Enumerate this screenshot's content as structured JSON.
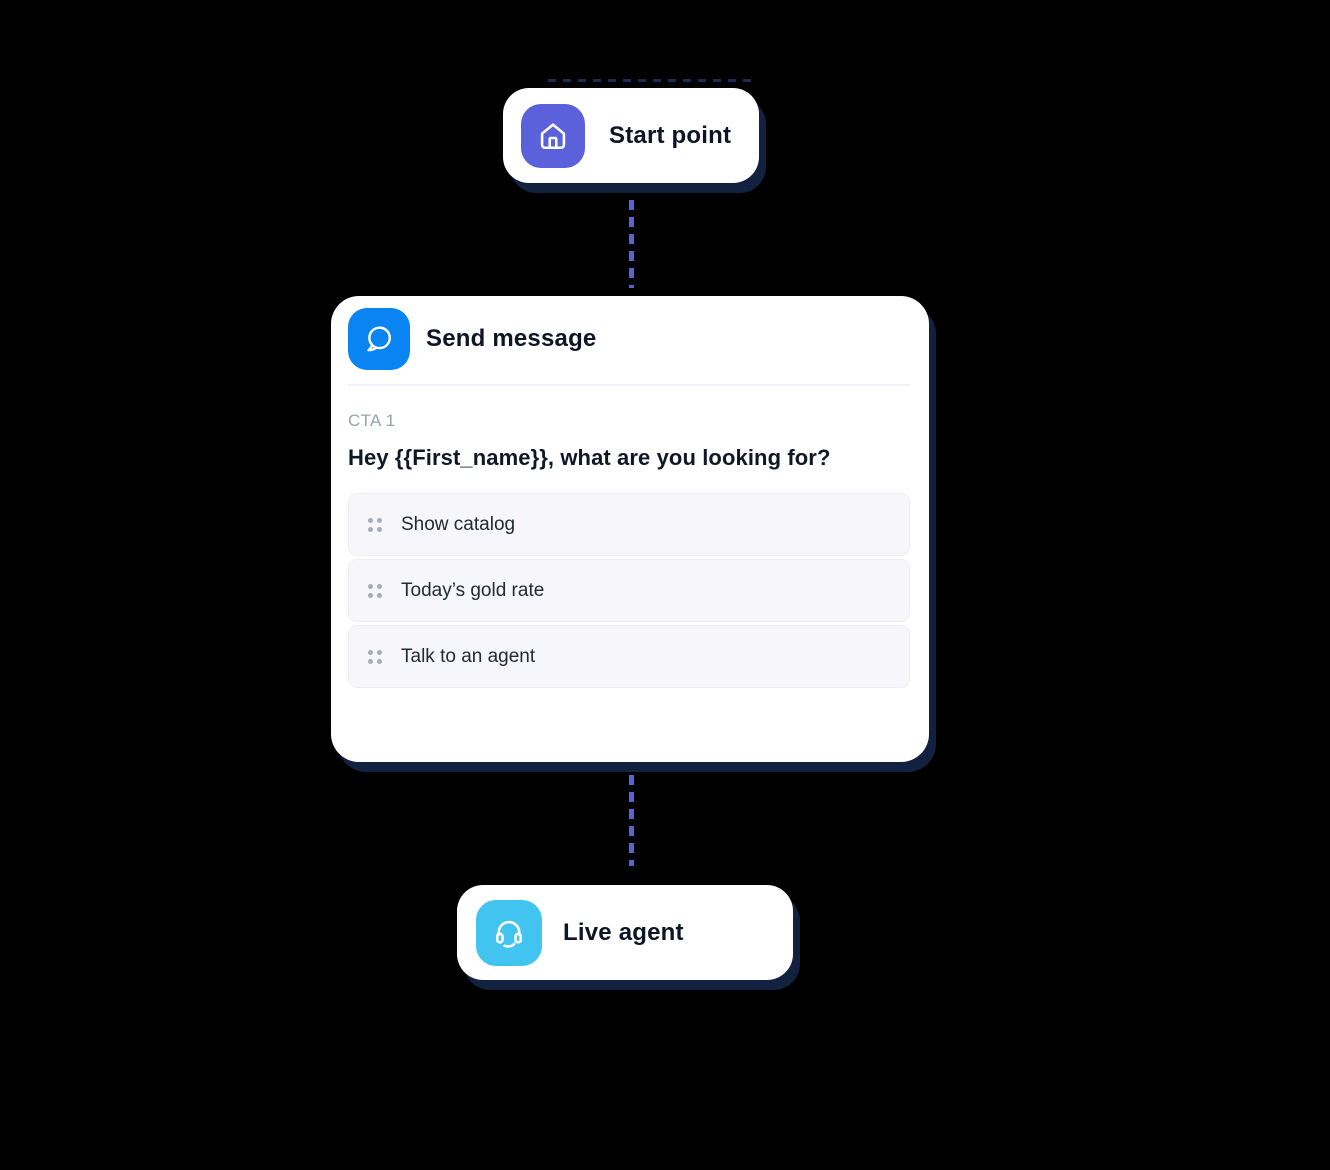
{
  "canvas": {
    "background": "#000000"
  },
  "connector": {
    "color": "#5A62D8",
    "style": "dashed-vertical"
  },
  "shadow_color": "#12213F",
  "nodes": {
    "start": {
      "label": "Start point",
      "icon": "home-icon",
      "icon_bg": "#5B61DB"
    },
    "send_message": {
      "title": "Send message",
      "icon": "chat-bubble-icon",
      "icon_bg": "#0B84F3",
      "cta_label": "CTA 1",
      "message": "Hey {{First_name}}, what are you looking for?",
      "options": [
        "Show catalog",
        "Today’s gold rate",
        "Talk to an agent"
      ]
    },
    "live_agent": {
      "label": "Live agent",
      "icon": "headset-icon",
      "icon_bg": "#41C4EF"
    }
  }
}
